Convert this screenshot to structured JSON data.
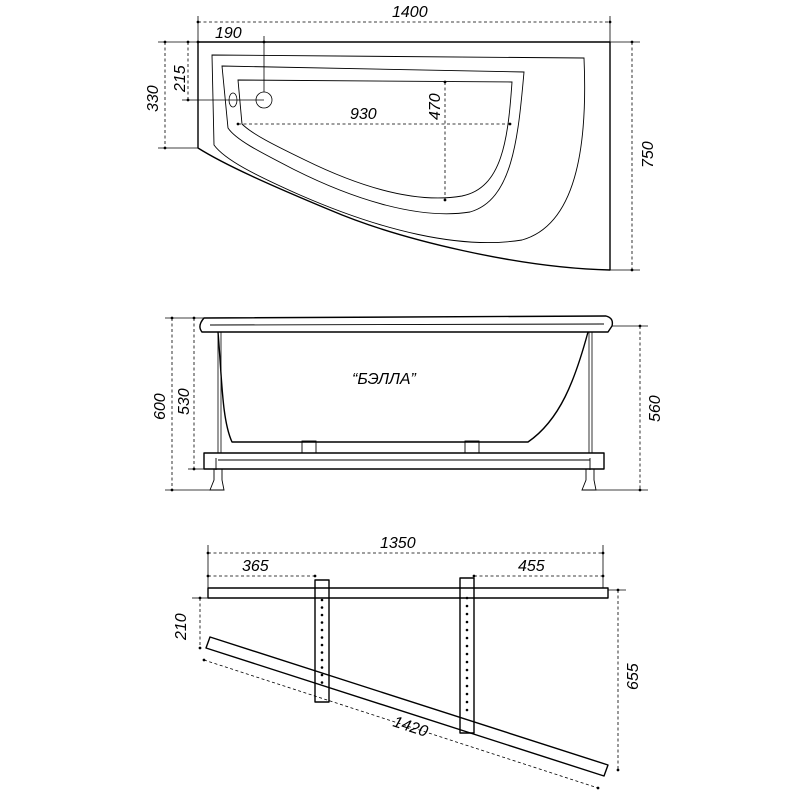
{
  "model_name": "“БЭЛЛА”",
  "plan_view": {
    "overall_width": "1400",
    "overall_depth": "750",
    "drain_offset_x": "190",
    "drain_offset_y": "215",
    "short_side_depth": "330",
    "inner_length": "930",
    "inner_depth": "470"
  },
  "front_view": {
    "total_height": "600",
    "tub_height": "530",
    "frame_height": "560"
  },
  "frame_view": {
    "frame_length": "1350",
    "leg_offset_left": "365",
    "leg_offset_right": "455",
    "front_offset": "210",
    "frame_depth": "655",
    "diagonal_length": "1420"
  }
}
